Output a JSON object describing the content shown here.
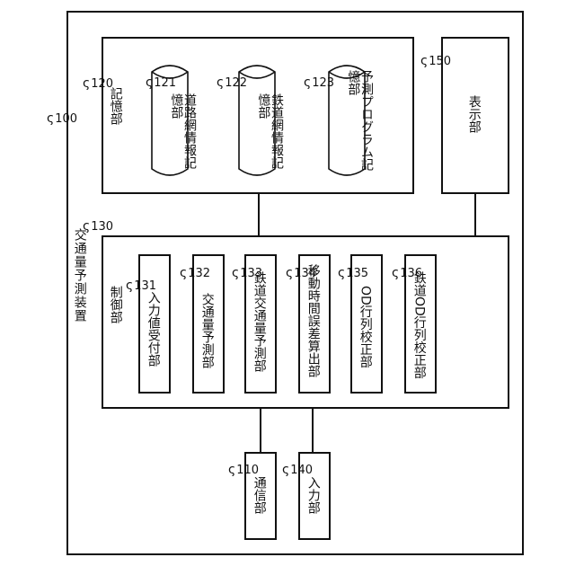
{
  "device": {
    "id": "100",
    "title": "交通量予測装置"
  },
  "storage": {
    "id": "120",
    "label": "記憶部",
    "units": [
      {
        "id": "121",
        "label": "道路網情報記憶部"
      },
      {
        "id": "122",
        "label": "鉄道網情報記憶部"
      },
      {
        "id": "123",
        "label": "予測プログラム記憶部"
      }
    ]
  },
  "display": {
    "id": "150",
    "label": "表示部"
  },
  "control": {
    "id": "130",
    "label": "制御部",
    "units": [
      {
        "id": "131",
        "label": "入力値受付部"
      },
      {
        "id": "132",
        "label": "交通量予測部"
      },
      {
        "id": "133",
        "label": "鉄道交通量予測部"
      },
      {
        "id": "134",
        "label": "移動時間誤差算出部"
      },
      {
        "id": "135",
        "label": "OD行列校正部"
      },
      {
        "id": "136",
        "label": "鉄道OD行列校正部"
      }
    ]
  },
  "communication": {
    "id": "110",
    "label": "通信部"
  },
  "input": {
    "id": "140",
    "label": "入力部"
  }
}
